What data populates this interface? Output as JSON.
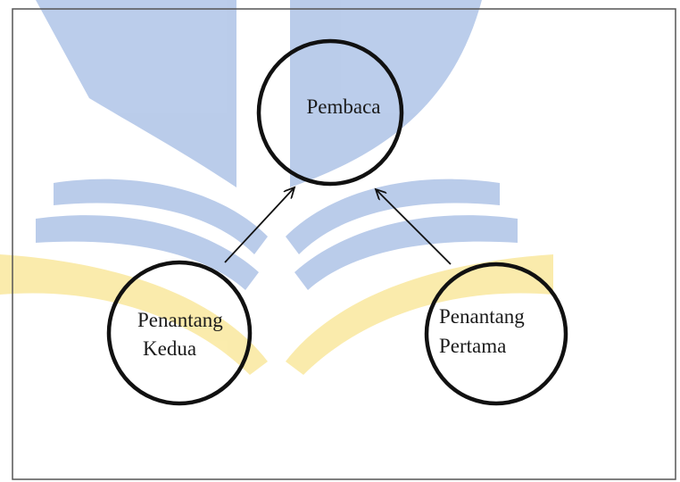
{
  "diagram": {
    "nodes": {
      "pembaca": {
        "label": "Pembaca"
      },
      "penantang_kedua": {
        "line1": "Penantang",
        "line2": "Kedua"
      },
      "penantang_pertama": {
        "line1": "Penantang",
        "line2": "Pertama"
      }
    },
    "edges": [
      {
        "from": "penantang_kedua",
        "to": "pembaca"
      },
      {
        "from": "penantang_pertama",
        "to": "pembaca"
      }
    ]
  },
  "watermark": {
    "description_colors": {
      "blue": "#3b6fc4",
      "yellow": "#f6d23a"
    }
  },
  "colors": {
    "stroke": "#111111",
    "frame": "#555555",
    "background": "#ffffff"
  }
}
